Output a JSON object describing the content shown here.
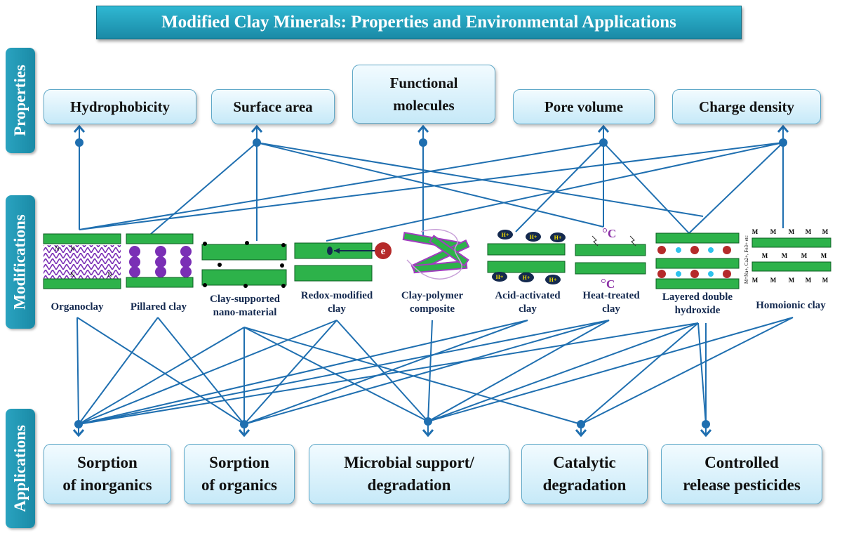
{
  "title": "Modified Clay Minerals: Properties and Environmental Applications",
  "section_tabs": {
    "properties": "Properties",
    "modifications": "Modifications",
    "applications": "Applications"
  },
  "properties": [
    "Hydrophobicity",
    "Surface area",
    "Functional\nmolecules",
    "Pore volume",
    "Charge density"
  ],
  "modifications": [
    "Organoclay",
    "Pillared clay",
    "Clay-supported\nnano-material",
    "Redox-modified\nclay",
    "Clay-polymer\ncomposite",
    "Acid-activated\nclay",
    "Heat-treated\nclay",
    "Layered double\nhydroxide",
    "Homoionic clay"
  ],
  "applications": [
    "Sorption\nof inorganics",
    "Sorption\nof organics",
    "Microbial support/\ndegradation",
    "Catalytic\ndegradation",
    "Controlled\nrelease pesticides"
  ],
  "icon_text": {
    "electron": "e",
    "proton": "H+",
    "carbon": "C",
    "cation_marker": "M",
    "cation_note": "M=Na+, Ca2+, Fe3+ etc",
    "amine": "N"
  },
  "colors": {
    "line": "#1f6fb0",
    "clay_layer": "#2db24a",
    "title_bg": "#1a8aa6",
    "pillar": "#7a2fb5",
    "ldh_dot_red": "#b52a2a",
    "ldh_dot_blue": "#2ec2ec"
  }
}
